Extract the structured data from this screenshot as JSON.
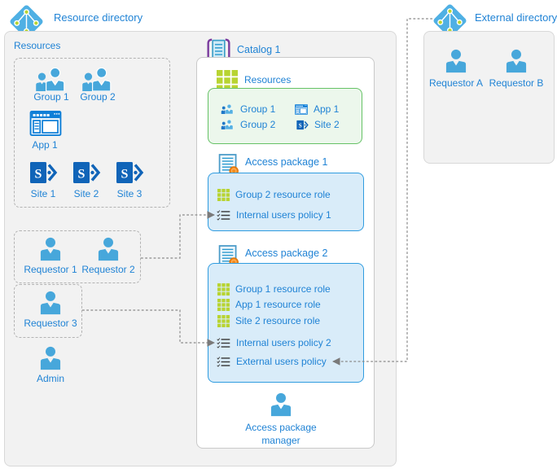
{
  "colors": {
    "label_blue": "#2083d5",
    "person_blue": "#47a7db",
    "sharepoint_blue": "#1064b8",
    "app_blue": "#0f7fd7",
    "grid_green": "#b8d432",
    "green_box_fill": "#ecf7ec",
    "green_box_border": "#66c266",
    "blue_box_fill": "#d9ecf9",
    "blue_box_border": "#2f9ce0",
    "gray_box_fill": "#f2f2f2",
    "connector_gray": "#8a8a8a",
    "badge_orange": "#f68c1f",
    "ribbon_purple": "#8e44ad",
    "bracket_purple": "#7a3b9d"
  },
  "resource_directory": {
    "label": "Resource directory",
    "resources_section": {
      "label": "Resources",
      "groups": [
        "Group 1",
        "Group 2"
      ],
      "app": "App 1",
      "sites": [
        "Site 1",
        "Site 2",
        "Site 3"
      ]
    },
    "requestor_pair": [
      "Requestor 1",
      "Requestor 2"
    ],
    "requestor_single": "Requestor 3",
    "admin": "Admin"
  },
  "catalog": {
    "label": "Catalog 1",
    "resources_box": {
      "label": "Resources",
      "items": [
        {
          "icon": "group",
          "label": "Group 1"
        },
        {
          "icon": "group",
          "label": "Group 2"
        },
        {
          "icon": "app",
          "label": "App 1"
        },
        {
          "icon": "sharepoint-site",
          "label": "Site 2"
        }
      ]
    },
    "access_package_1": {
      "label": "Access package 1",
      "rows": [
        {
          "icon": "resource-grid",
          "label": "Group 2 resource role"
        },
        {
          "icon": "policy-checklist",
          "label": "Internal users policy 1"
        }
      ]
    },
    "access_package_2": {
      "label": "Access package 2",
      "rows": [
        {
          "icon": "resource-grid",
          "label": "Group 1 resource role"
        },
        {
          "icon": "resource-grid",
          "label": "App 1 resource role"
        },
        {
          "icon": "resource-grid",
          "label": "Site 2 resource role"
        },
        {
          "icon": "policy-checklist",
          "label": "Internal users policy 2"
        },
        {
          "icon": "policy-checklist",
          "label": "External users policy"
        }
      ]
    },
    "manager": {
      "line1": "Access package",
      "line2": "manager"
    }
  },
  "external_directory": {
    "label": "External directory",
    "requestors": [
      "Requestor A",
      "Requestor B"
    ]
  }
}
